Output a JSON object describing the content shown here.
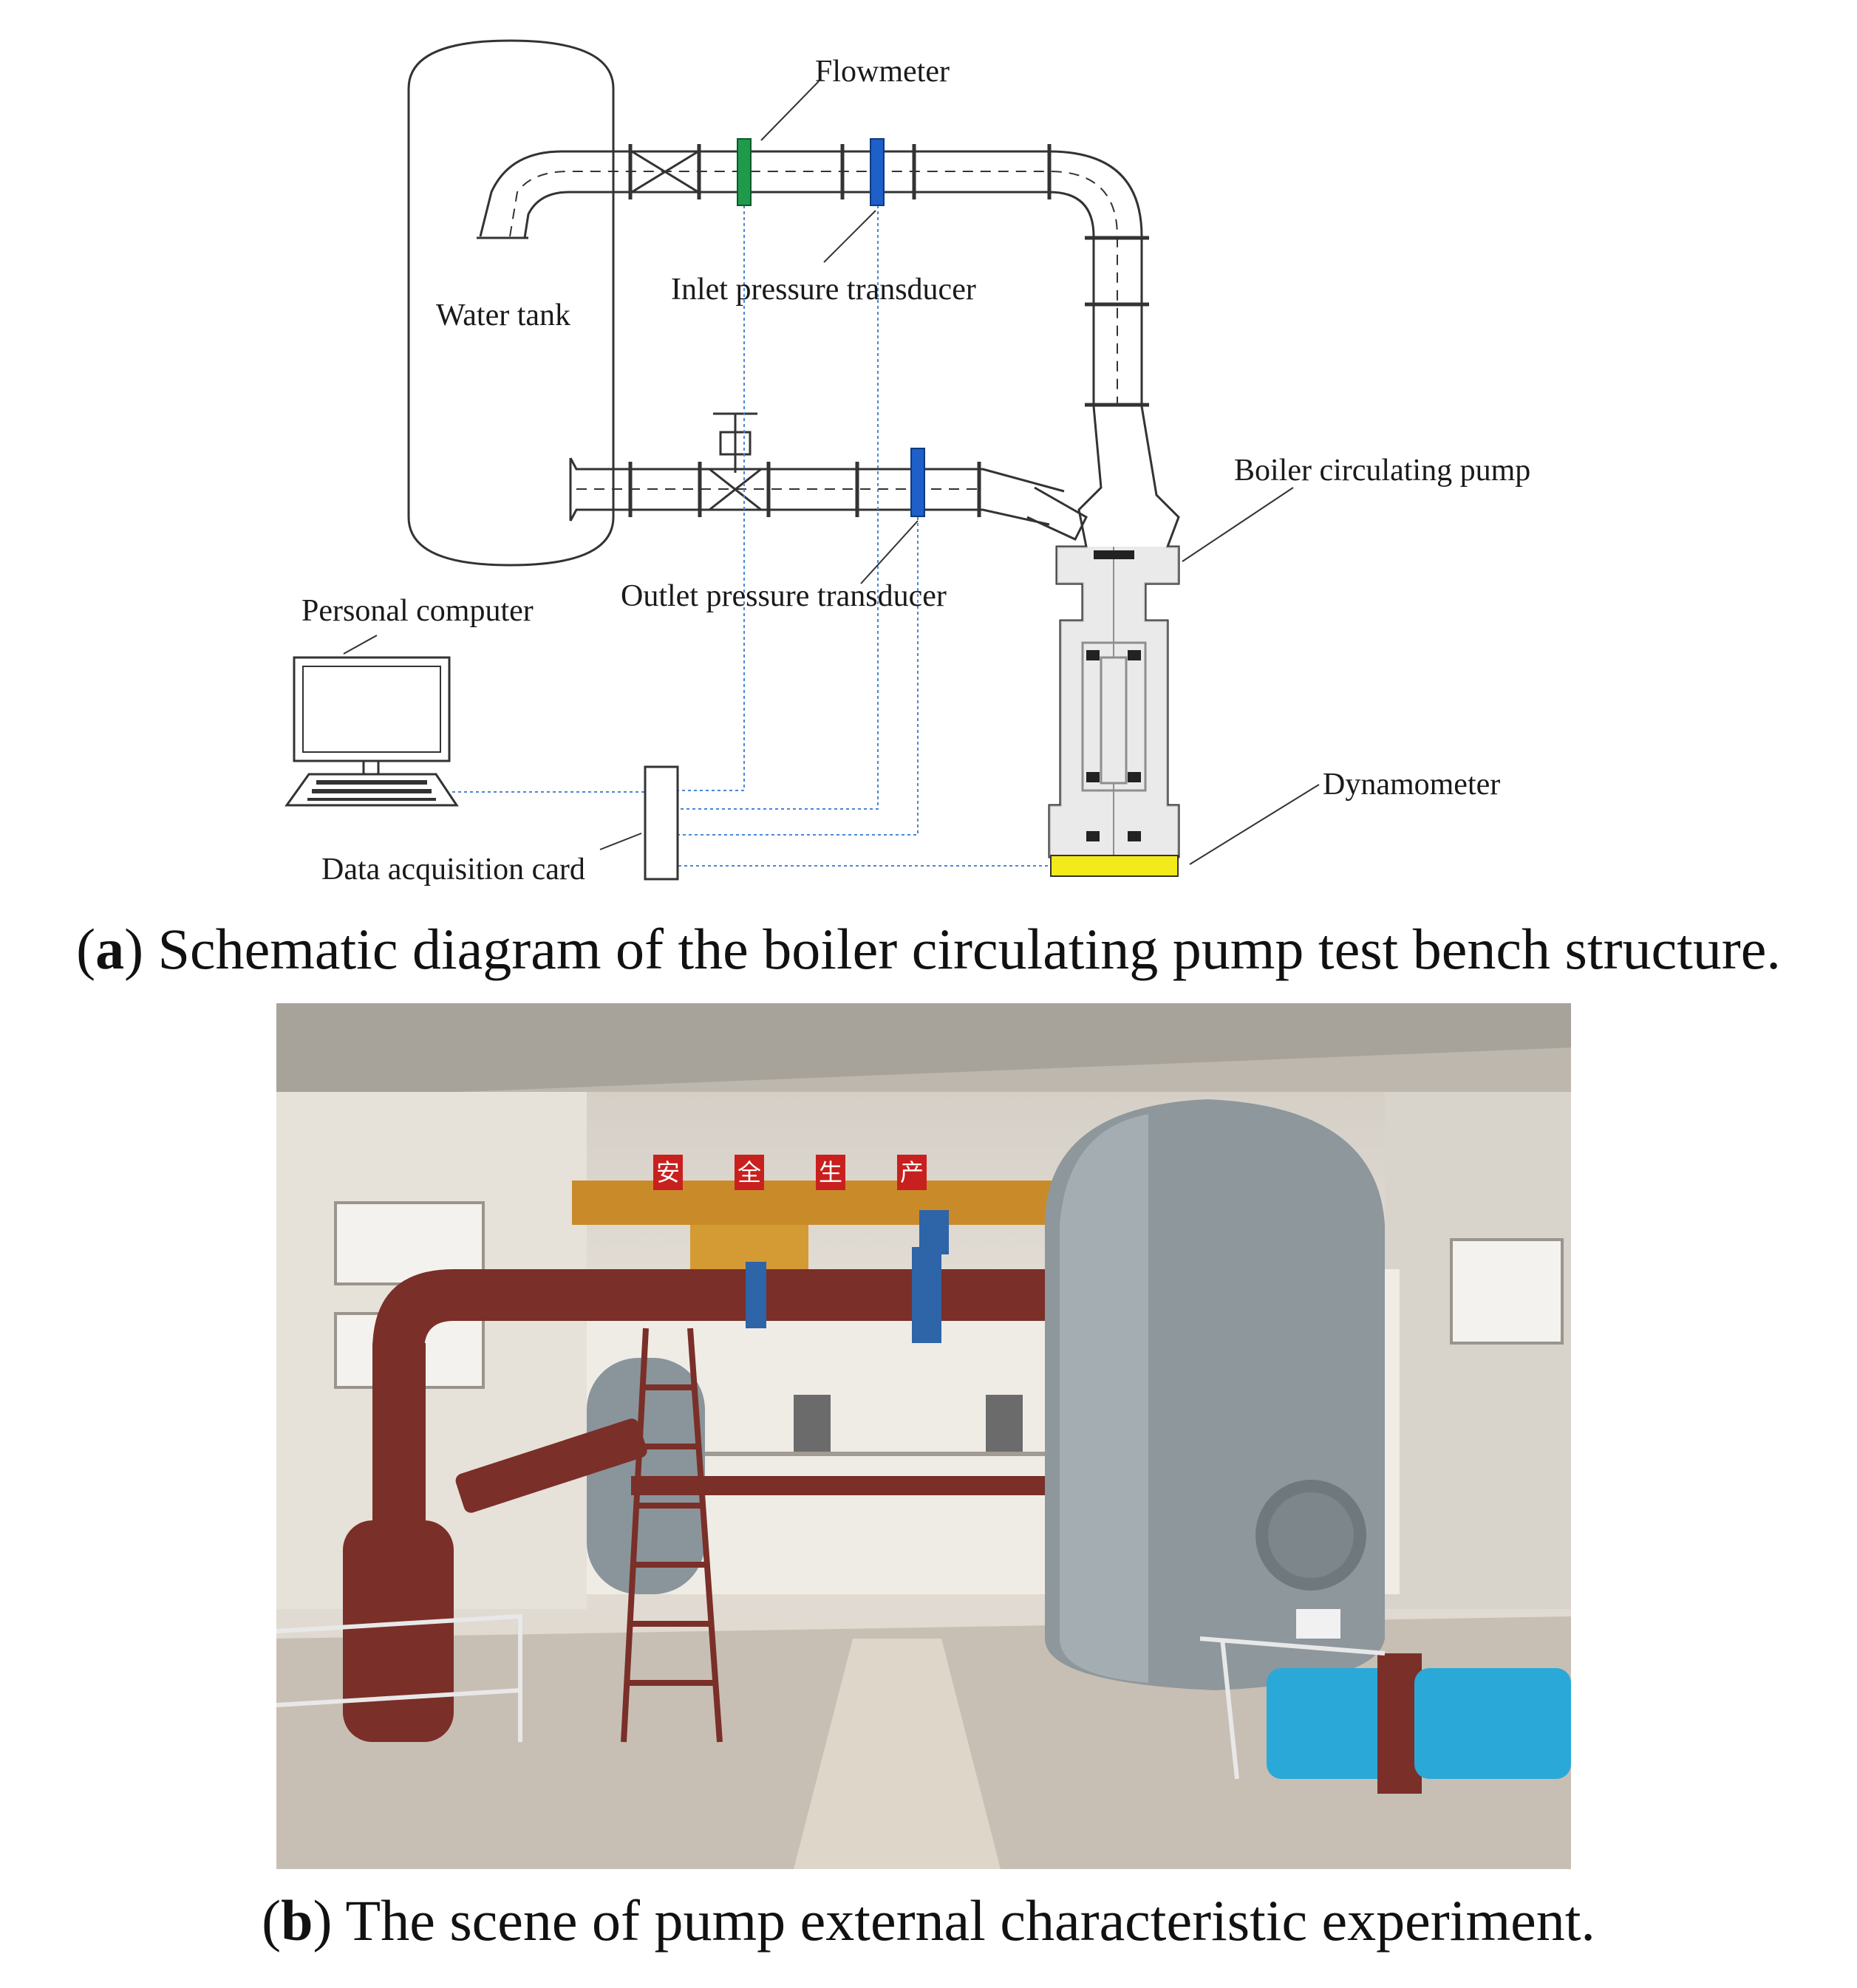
{
  "figure_a": {
    "labels": {
      "flowmeter": "Flowmeter",
      "inlet_pressure": "Inlet pressure transducer",
      "water_tank": "Water tank",
      "boiler_pump": "Boiler circulating pump",
      "outlet_pressure": "Outlet pressure transducer",
      "personal_computer": "Personal computer",
      "dynamometer": "Dynamometer",
      "daq_card": "Data acquisition card"
    },
    "caption_letter": "a",
    "caption_text": "Schematic diagram of the boiler circulating pump test bench structure."
  },
  "figure_b": {
    "caption_letter": "b",
    "caption_text": "The scene of pump external characteristic experiment.",
    "banner_chars": [
      "安",
      "全",
      "生",
      "产"
    ]
  },
  "colors": {
    "flowmeter": "#1f9a4a",
    "transducer": "#1e5fc8",
    "dynamometer": "#f2ea1a",
    "signal_line": "#4a86d8",
    "pipe_red": "#7a2f28",
    "tank_grey": "#8e979c",
    "motor_cyan": "#2aa8d8"
  }
}
